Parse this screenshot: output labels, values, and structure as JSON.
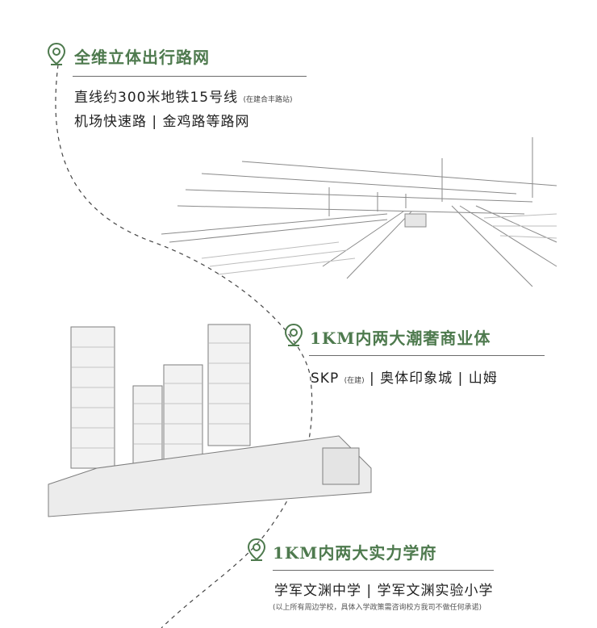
{
  "section1": {
    "title": "全维立体出行路网",
    "line1_main": "直线约300米地铁15号线",
    "line1_note": "(在建合丰路站)",
    "line2": "机场快速路 | 金鸡路等路网"
  },
  "section2": {
    "title": "1KM内两大潮奢商业体",
    "line_a": "SKP",
    "line_a_note": "(在建)",
    "line_b": " | 奥体印象城 | 山姆"
  },
  "section3": {
    "title": "1KM内两大实力学府",
    "line": "学军文渊中学 | 学军文渊实验小学",
    "note": "(以上所有周边学校，具体入学政策需咨询校方我司不做任何承诺)"
  },
  "icons": [
    "location-pin-icon",
    "location-pin-icon",
    "location-pin-icon"
  ],
  "colors": {
    "accent": "#4e7a4e",
    "text": "#222222",
    "sketch": "#9a9a9a"
  }
}
